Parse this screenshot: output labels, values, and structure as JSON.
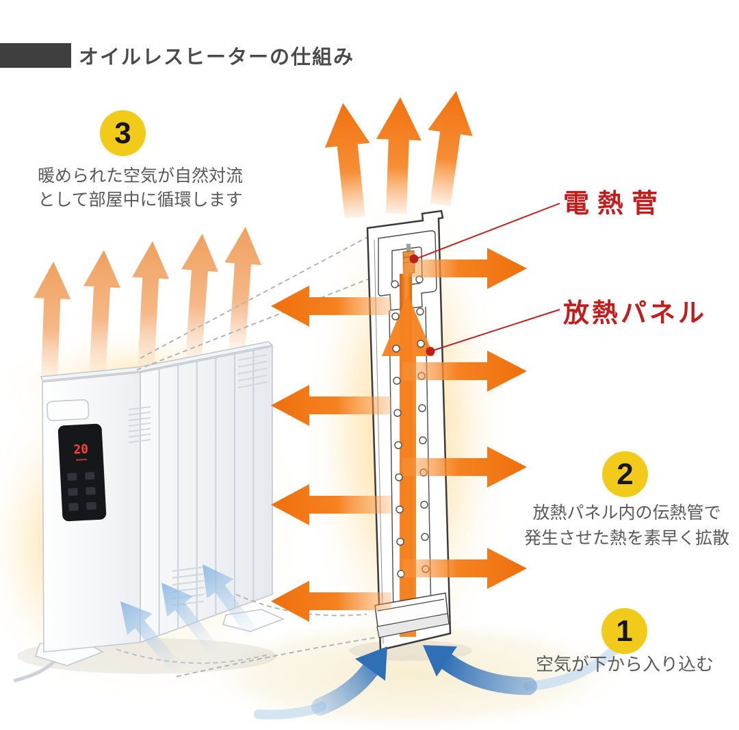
{
  "title": {
    "text": "オイルレスヒーターの仕組み"
  },
  "callouts": {
    "heating_tube": {
      "label": "電熱菅"
    },
    "radiator_panel": {
      "label": "放熱パネル"
    }
  },
  "steps": {
    "step1": {
      "number": "1",
      "lines": [
        "空気が下から入り込む"
      ]
    },
    "step2": {
      "number": "2",
      "lines": [
        "放熱パネル内の伝熱管で",
        "発生させた熱を素早く拡散"
      ]
    },
    "step3": {
      "number": "3",
      "lines": [
        "暖められた空気が自然対流",
        "として部屋中に循環します"
      ]
    }
  },
  "heater": {
    "display_value": "20"
  },
  "colors": {
    "accent_yellow": "#f2cb1a",
    "accent_red": "#c21d1d",
    "heat_orange": "#f47c1e",
    "air_blue": "#2e6fb6",
    "title_bar": "#3f3f3f",
    "text_gray": "#595959"
  }
}
